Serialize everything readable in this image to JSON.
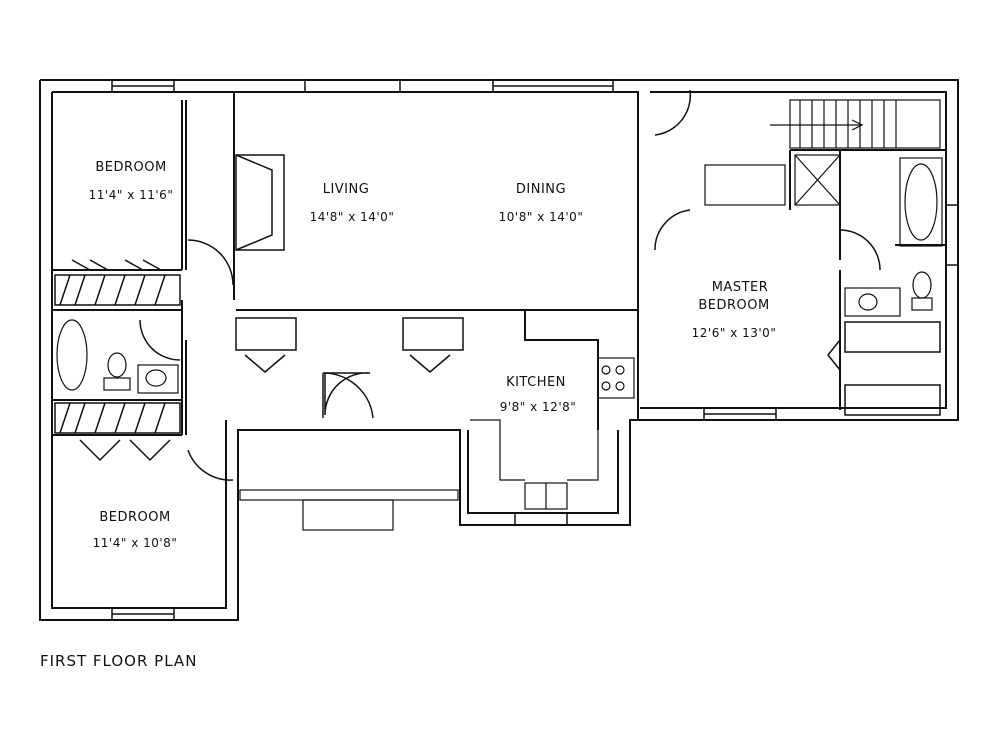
{
  "plan": {
    "title": "FIRST FLOOR PLAN",
    "colors": {
      "line": "#111111",
      "background": "#ffffff"
    },
    "rooms": [
      {
        "id": "bedroom-1",
        "name": "BEDROOM",
        "dims": "11'4\" x 11'6\""
      },
      {
        "id": "living",
        "name": "LIVING",
        "dims": "14'8\" x 14'0\""
      },
      {
        "id": "dining",
        "name": "DINING",
        "dims": "10'8\" x 14'0\""
      },
      {
        "id": "master-bedroom",
        "name": "MASTER BEDROOM",
        "name_line1": "MASTER",
        "name_line2": "BEDROOM",
        "dims": "12'6\" x 13'0\""
      },
      {
        "id": "kitchen",
        "name": "KITCHEN",
        "dims": "9'8\" x 12'8\""
      },
      {
        "id": "bedroom-2",
        "name": "BEDROOM",
        "dims": "11'4\" x 10'8\""
      }
    ],
    "icons": [
      "stair-arrow-icon",
      "fireplace-icon",
      "bathtub-icon",
      "toilet-icon",
      "sink-icon",
      "shower-icon",
      "range-icon",
      "double-sink-icon",
      "closet-icon",
      "door-swing-icon",
      "window-icon"
    ]
  }
}
